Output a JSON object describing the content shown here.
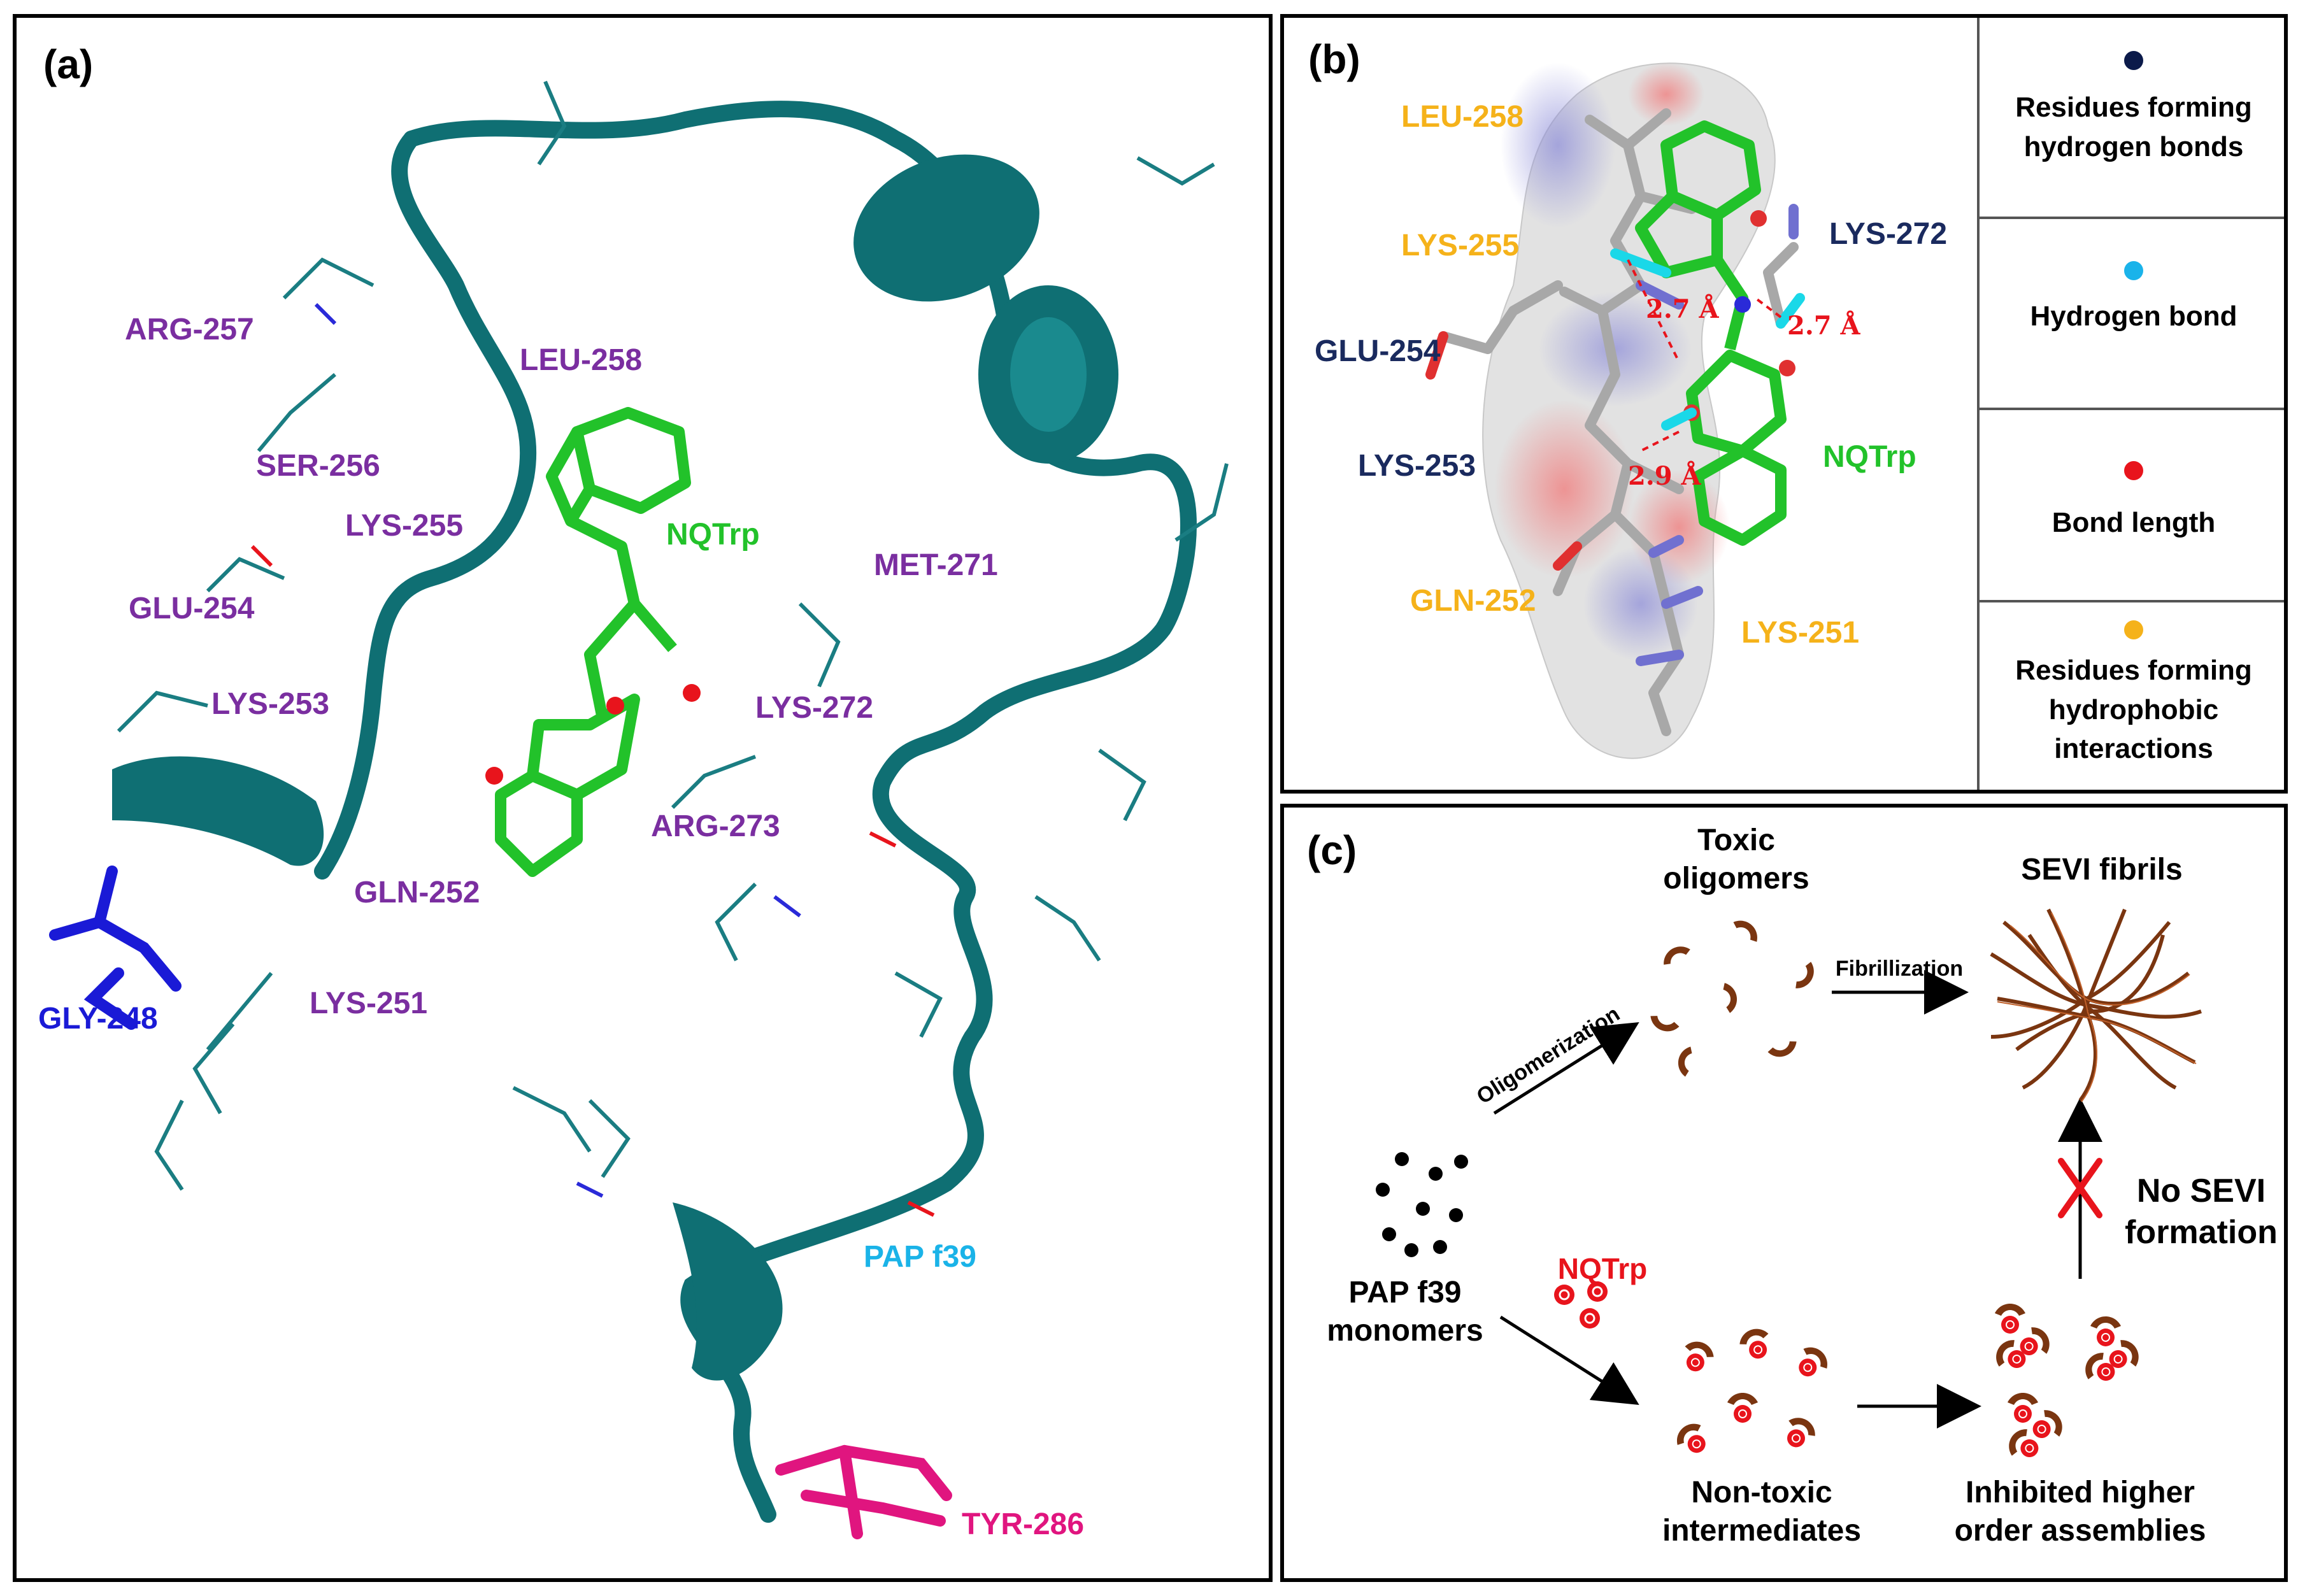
{
  "panel_a": {
    "label": "(a)",
    "residues": [
      {
        "id": "arg257",
        "text": "ARG-257"
      },
      {
        "id": "leu258",
        "text": "LEU-258"
      },
      {
        "id": "ser256",
        "text": "SER-256"
      },
      {
        "id": "lys255",
        "text": "LYS-255"
      },
      {
        "id": "glu254",
        "text": "GLU-254"
      },
      {
        "id": "lys253",
        "text": "LYS-253"
      },
      {
        "id": "gln252",
        "text": "GLN-252"
      },
      {
        "id": "lys251",
        "text": "LYS-251"
      },
      {
        "id": "met271",
        "text": "MET-271"
      },
      {
        "id": "lys272",
        "text": "LYS-272"
      },
      {
        "id": "arg273",
        "text": "ARG-273"
      }
    ],
    "gly248": "GLY-248",
    "nqtrp": "NQTrp",
    "papf39": "PAP f39",
    "tyr286": "TYR-286",
    "colors": {
      "residue": "#7a2ea0",
      "gly": "#1a1ad6",
      "nqtrp": "#22c22a",
      "pap": "#1ab3e8",
      "tyr": "#e0157f",
      "ribbon": "#0f6f73"
    }
  },
  "panel_b": {
    "label": "(b)",
    "residues": [
      {
        "id": "leu258",
        "text": "LEU-258",
        "color": "#f5b21a"
      },
      {
        "id": "lys255",
        "text": "LYS-255",
        "color": "#f5b21a"
      },
      {
        "id": "lys272",
        "text": "LYS-272",
        "color": "#1a2a5e"
      },
      {
        "id": "glu254",
        "text": "GLU-254",
        "color": "#1a2a5e"
      },
      {
        "id": "lys253",
        "text": "LYS-253",
        "color": "#1a2a5e"
      },
      {
        "id": "gln252",
        "text": "GLN-252",
        "color": "#f5b21a"
      },
      {
        "id": "lys251",
        "text": "LYS-251",
        "color": "#f5b21a"
      }
    ],
    "nqtrp": "NQTrp",
    "bonds": [
      "2.7 Å",
      "2.7 Å",
      "2.9 Å"
    ],
    "legend": [
      {
        "text": [
          "Residues forming",
          "hydrogen bonds"
        ],
        "color": "#0b1a4a"
      },
      {
        "text": [
          "Hydrogen bond"
        ],
        "color": "#1ab3ea"
      },
      {
        "text": [
          "Bond length"
        ],
        "color": "#e8141c"
      },
      {
        "text": [
          "Residues forming",
          "hydrophobic",
          "interactions"
        ],
        "color": "#f5b21a"
      }
    ]
  },
  "panel_c": {
    "label": "(c)",
    "toxic_oligomers": [
      "Toxic",
      "oligomers"
    ],
    "sevi_fibrils": "SEVI fibrils",
    "fibrillization": "Fibrillization",
    "oligomerization": "Oligomerization",
    "monomers": [
      "PAP f39",
      "monomers"
    ],
    "nqtrp": "NQTrp",
    "no_sevi": [
      "No SEVI",
      "formation"
    ],
    "non_toxic": [
      "Non-toxic",
      "intermediates"
    ],
    "inhibited": [
      "Inhibited higher",
      "order assemblies"
    ],
    "colors": {
      "nqtrp": "#e8141c",
      "oligomer": "#7a3510",
      "cross": "#e8141c"
    }
  }
}
